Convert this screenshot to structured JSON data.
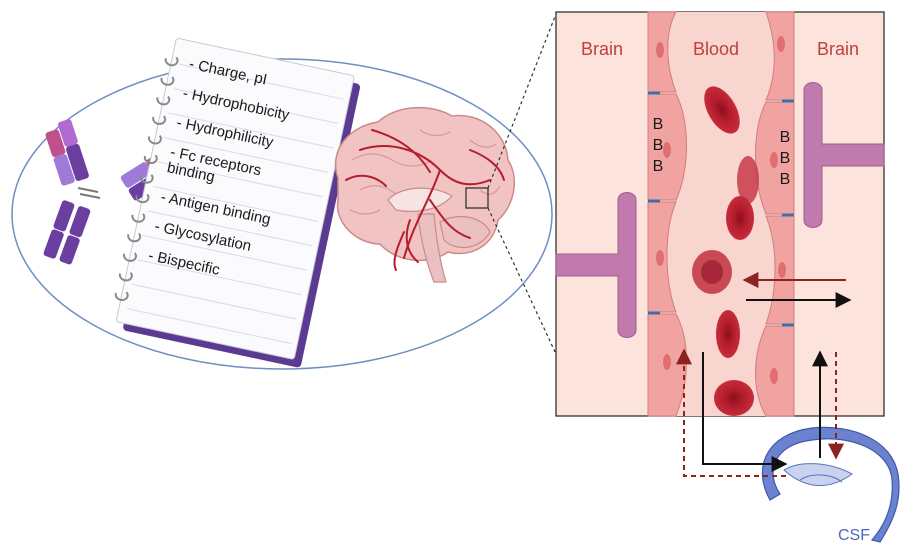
{
  "notebook": {
    "items": [
      "- Charge, pI",
      "- Hydrophobicity",
      "- Hydrophilicity",
      "- Fc receptors",
      "binding",
      "- Antigen binding",
      "- Glycosylation",
      "- Bispecific"
    ]
  },
  "panel": {
    "left_label": "Brain",
    "center_label": "Blood",
    "right_label": "Brain",
    "bbb_left": [
      "B",
      "B",
      "B"
    ],
    "bbb_right": [
      "B",
      "B",
      "B"
    ]
  },
  "csf": {
    "label": "CSF"
  },
  "colors": {
    "ellipse_stroke": "#6e8fc0",
    "antibody_dark": "#6a3fa0",
    "antibody_light": "#a07ad8",
    "antibody_pink": "#c0508a",
    "notebook_cover": "#5b3a91",
    "panel_bg": "#fce3dc",
    "blood_bg": "#f9d5d0",
    "endothelium": "#f0a3a0",
    "red_cell": "#b81d2e",
    "astrocyte": "#c17aae",
    "arrow_dark_red": "#8b2320",
    "arrow_black": "#111111",
    "csf_blue": "#4a66b8",
    "label_red": "#c0413a"
  }
}
